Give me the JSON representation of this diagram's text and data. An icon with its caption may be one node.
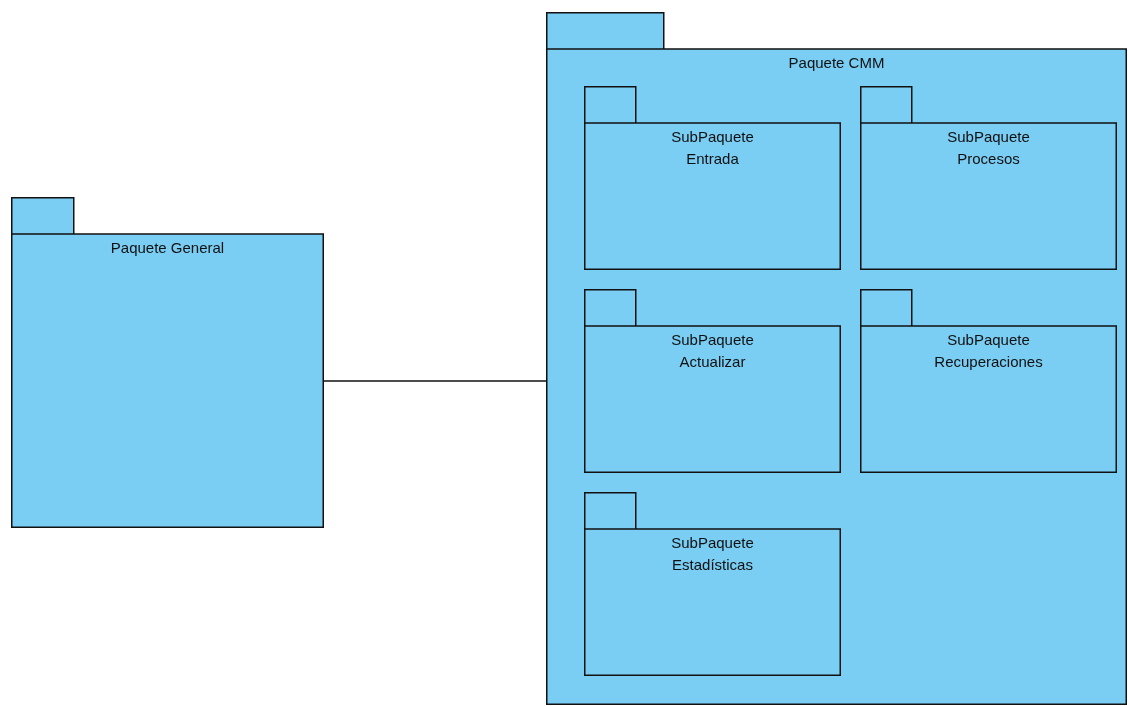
{
  "diagram": {
    "nodes": [
      {
        "text": [
          "Paquete General"
        ]
      },
      {
        "text": [
          "Paquete CMM"
        ]
      },
      {
        "text": [
          "SubPaquete Entrada"
        ],
        "in": 1
      },
      {
        "text": [
          "SubPaquete Procesos"
        ],
        "in": 1
      },
      {
        "text": [
          "SubPaquete Actualizar"
        ],
        "in": 1
      },
      {
        "text": [
          "SubPaquete Recuperaciones"
        ],
        "in": 1
      },
      {
        "text": [
          "SubPaquete Estadísticas"
        ],
        "in": 1
      }
    ],
    "edges": [
      {
        "from": 0,
        "to": 1,
        "arrow": "none"
      }
    ]
  }
}
